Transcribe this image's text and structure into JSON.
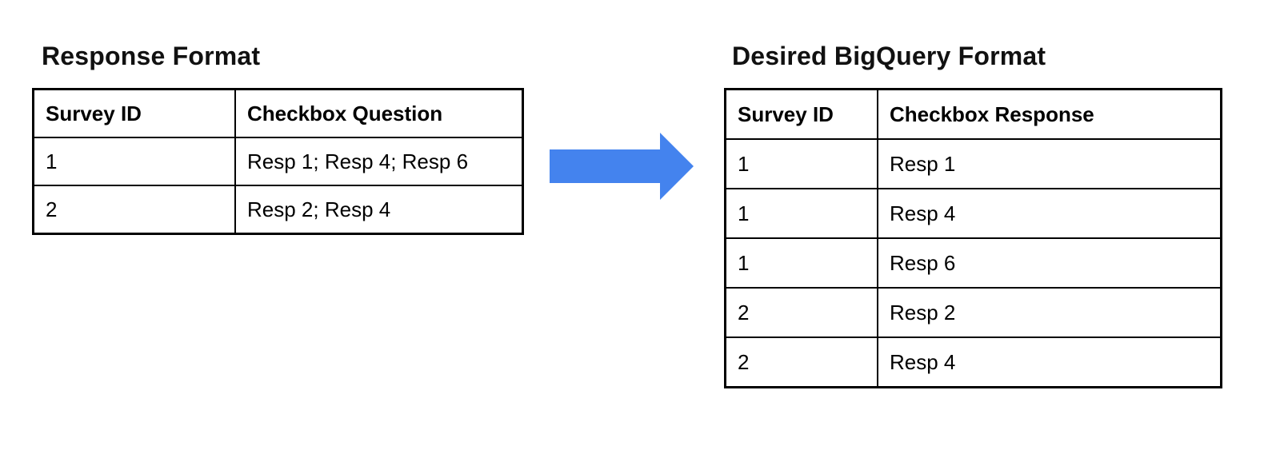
{
  "left_section": {
    "title": "Response Format",
    "table": {
      "columns": [
        "Survey ID",
        "Checkbox Question"
      ],
      "rows": [
        [
          "1",
          "Resp 1; Resp 4; Resp 6"
        ],
        [
          "2",
          "Resp 2; Resp 4"
        ]
      ]
    }
  },
  "arrow": {
    "color": "#4483ee"
  },
  "right_section": {
    "title": "Desired BigQuery Format",
    "table": {
      "columns": [
        "Survey ID",
        "Checkbox Response"
      ],
      "rows": [
        [
          "1",
          "Resp 1"
        ],
        [
          "1",
          "Resp 4"
        ],
        [
          "1",
          "Resp 6"
        ],
        [
          "2",
          "Resp 2"
        ],
        [
          "2",
          "Resp 4"
        ]
      ]
    }
  }
}
